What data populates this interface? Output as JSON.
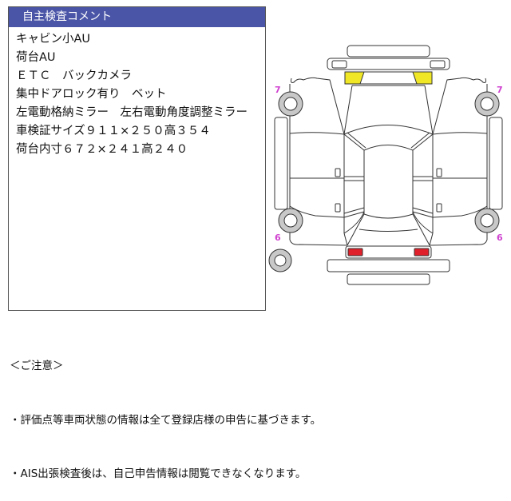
{
  "comment_box": {
    "title": "自主検査コメント",
    "lines": [
      "キャビン小AU",
      "荷台AU",
      "ＥＴＣ　バックカメラ",
      "集中ドアロック有り　ベット",
      "左電動格納ミラー　左右電動角度調整ミラー",
      "車検証サイズ９１１×２５０高３５４",
      "荷台内寸６７２×２４１高２４０"
    ]
  },
  "diagram": {
    "markers": {
      "front_left": "7",
      "front_right": "7",
      "rear_left": "6",
      "rear_right": "6"
    },
    "colors": {
      "headlight": "#f0e826",
      "taillight": "#e0202a",
      "marker": "#d040d0",
      "tire": "#c8c8c8"
    }
  },
  "notes": {
    "heading": "＜ご注意＞",
    "items": [
      "・評価点等車両状態の情報は全て登録店様の申告に基づきます。",
      "・AIS出張検査後は、自己申告情報は閲覧できなくなります。"
    ]
  }
}
